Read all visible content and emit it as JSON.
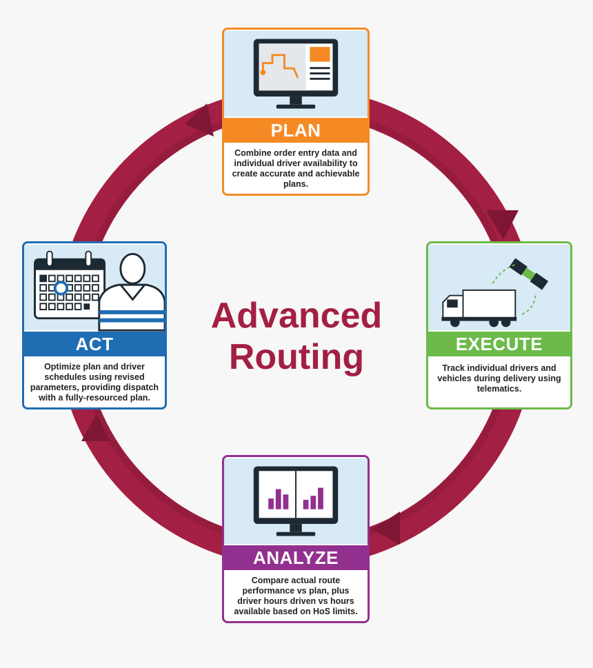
{
  "center_title": {
    "line1": "Advanced",
    "line2": "Routing"
  },
  "cards": {
    "plan": {
      "label": "PLAN",
      "color": "#f58a25",
      "description": "Combine order entry data and individual driver availability to create accurate and achievable plans."
    },
    "execute": {
      "label": "EXECUTE",
      "color": "#6bba4a",
      "description": "Track individual drivers and vehicles during delivery using telematics."
    },
    "analyze": {
      "label": "ANALYZE",
      "color": "#92308f",
      "description": "Compare actual route performance vs plan, plus driver hours driven vs hours available based on HoS limits."
    },
    "act": {
      "label": "ACT",
      "color": "#1f6db3",
      "description": "Optimize plan and driver schedules using revised parameters, providing dispatch with a fully-resourced plan."
    }
  },
  "icons": {
    "plan": "monitor-route-map-icon",
    "execute": "truck-satellite-icon",
    "analyze": "monitor-bar-chart-icon",
    "act": "calendar-driver-icon"
  },
  "ring_color": "#a31f43",
  "art_background": "#d7eaf5"
}
